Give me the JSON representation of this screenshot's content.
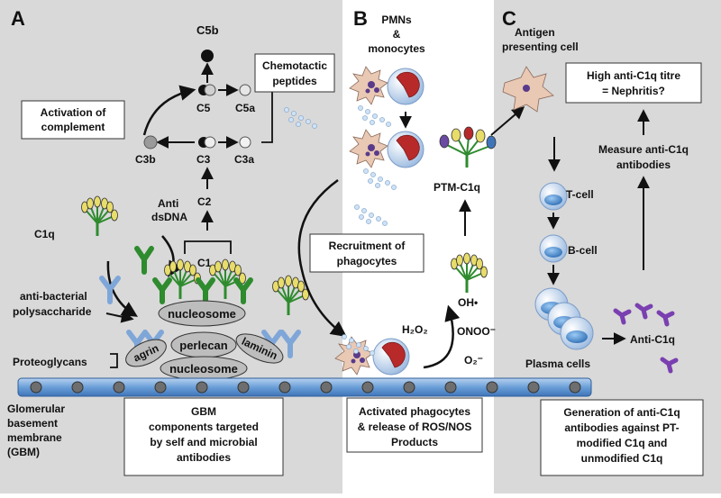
{
  "panels": {
    "A": {
      "letter": "A"
    },
    "B": {
      "letter": "B"
    },
    "C": {
      "letter": "C"
    }
  },
  "panel_a": {
    "c5b": "C5b",
    "c5": "C5",
    "c5a": "C5a",
    "c3": "C3",
    "c3a": "C3a",
    "c3b": "C3b",
    "c2": "C2",
    "c1": "C1",
    "c1q": "C1q",
    "anti_dsdna_line1": "Anti",
    "anti_dsdna_line2": "dsDNA",
    "activation_line1": "Activation of",
    "activation_line2": "complement",
    "chemotactic_line1": "Chemotactic",
    "chemotactic_line2": "peptides",
    "antibacterial_line1": "anti-bacterial",
    "antibacterial_line2": "polysaccharide",
    "proteoglycans": "Proteoglycans",
    "nucleosome_top": "nucleosome",
    "agrin": "agrin",
    "perlecan": "perlecan",
    "laminin": "laminin",
    "nucleosome_bottom": "nucleosome",
    "gbm_line1": "Glomerular",
    "gbm_line2": "basement",
    "gbm_line3": "membrane",
    "gbm_line4": "(GBM)",
    "gbm_box_line1": "GBM",
    "gbm_box_line2": "components targeted",
    "gbm_box_line3": "by self and microbial",
    "gbm_box_line4": "antibodies"
  },
  "panel_b": {
    "pmns_line1": "PMNs",
    "pmns_line2": "&",
    "pmns_line3": "monocytes",
    "ptm_c1q": "PTM-C1q",
    "recruitment_line1": "Recruitment of",
    "recruitment_line2": "phagocytes",
    "oh": "OH•",
    "onoo": "ONOO⁻",
    "h2o2": "H₂O₂",
    "o2": "O₂⁻",
    "activated_line1": "Activated phagocytes",
    "activated_line2": "& release of ROS/NOS",
    "activated_line3": "Products"
  },
  "panel_c": {
    "apc_line1": "Antigen",
    "apc_line2": "presenting cell",
    "titre_line1": "High anti-C1q titre",
    "titre_line2": "= Nephritis?",
    "measure_line1": "Measure anti-C1q",
    "measure_line2": "antibodies",
    "tcell": "T-cell",
    "bcell": "B-cell",
    "plasma": "Plasma cells",
    "anti_c1q": "Anti-C1q",
    "generation_line1": "Generation of anti-C1q",
    "generation_line2": "antibodies against PT-",
    "generation_line3": "modified C1q and",
    "generation_line4": "unmodified C1q"
  },
  "colors": {
    "panel_bg": "#d9d9d9",
    "membrane": "#6a9fd8",
    "c1q_green": "#3a9a3a",
    "c1q_yellow": "#e8dc6a",
    "antibody_blue": "#7fa6d8",
    "antibody_purple": "#7a3fb0",
    "bcell_blue": "#4a86c8"
  }
}
